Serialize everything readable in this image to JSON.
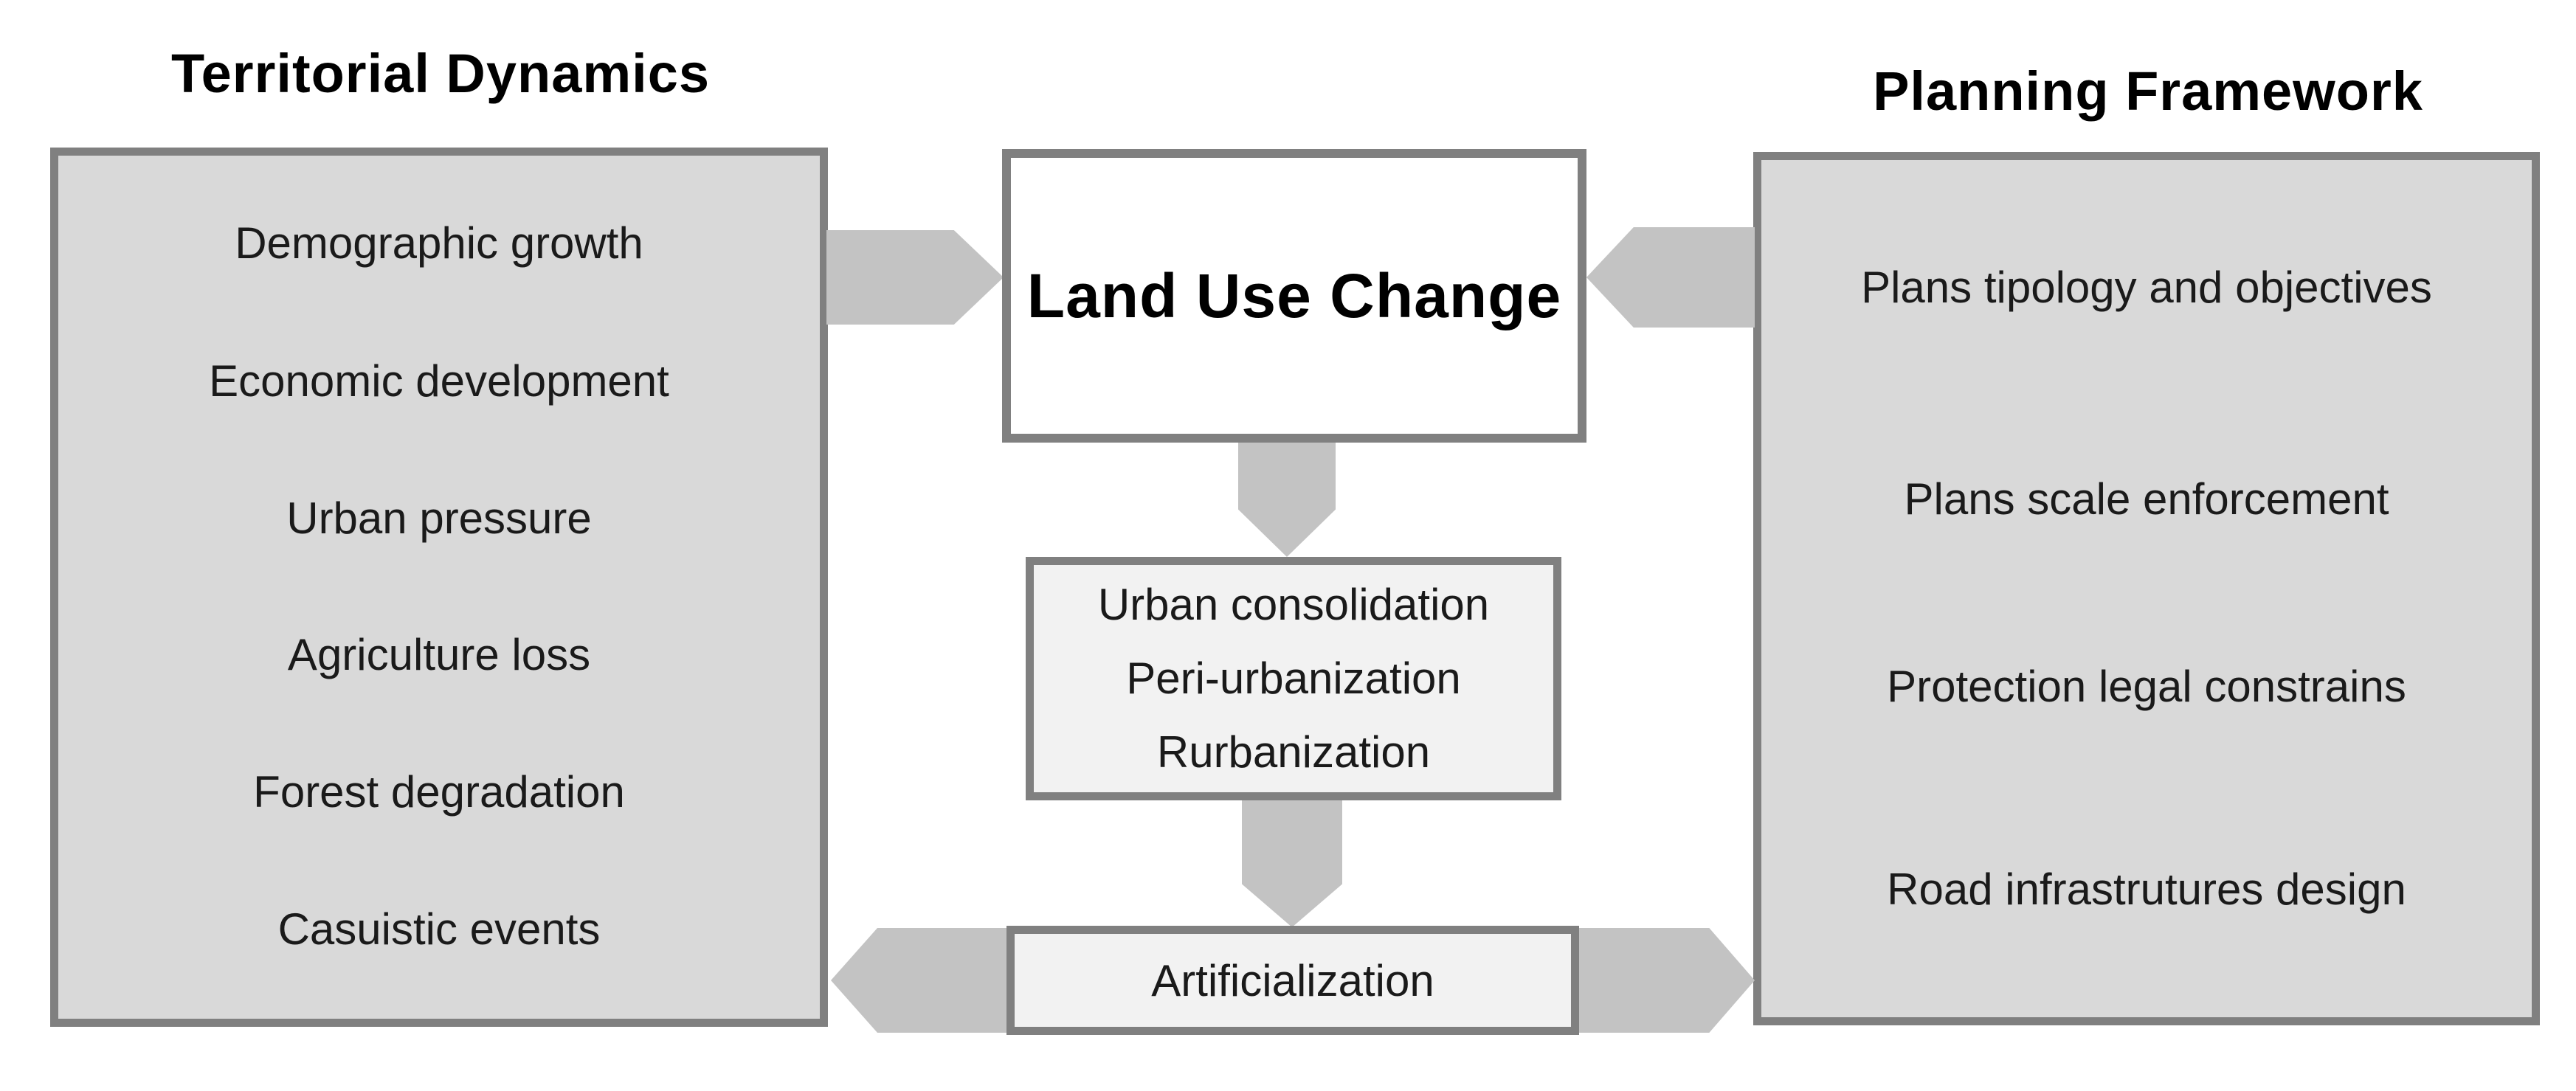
{
  "titles": {
    "left": "Territorial Dynamics",
    "right": "Planning Framework"
  },
  "left_panel": {
    "items": [
      "Demographic growth",
      "Economic development",
      "Urban pressure",
      "Agriculture loss",
      "Forest degradation",
      "Casuistic events"
    ]
  },
  "right_panel": {
    "items": [
      "Plans tipology and objectives",
      "Plans scale enforcement",
      "Protection legal constrains",
      "Road infrastrutures design"
    ]
  },
  "center": {
    "main_box": "Land Use Change",
    "process_lines": [
      "Urban consolidation",
      "Peri-urbanization",
      "Rurbanization"
    ],
    "outcome_box": "Artificialization"
  },
  "colors": {
    "panel_fill": "#d9d9d9",
    "panel_border": "#808080",
    "light_box_fill": "#f2f2f2",
    "main_box_fill": "#ffffff",
    "arrow_fill": "#c3c3c3",
    "text": "#1a1a1a"
  }
}
